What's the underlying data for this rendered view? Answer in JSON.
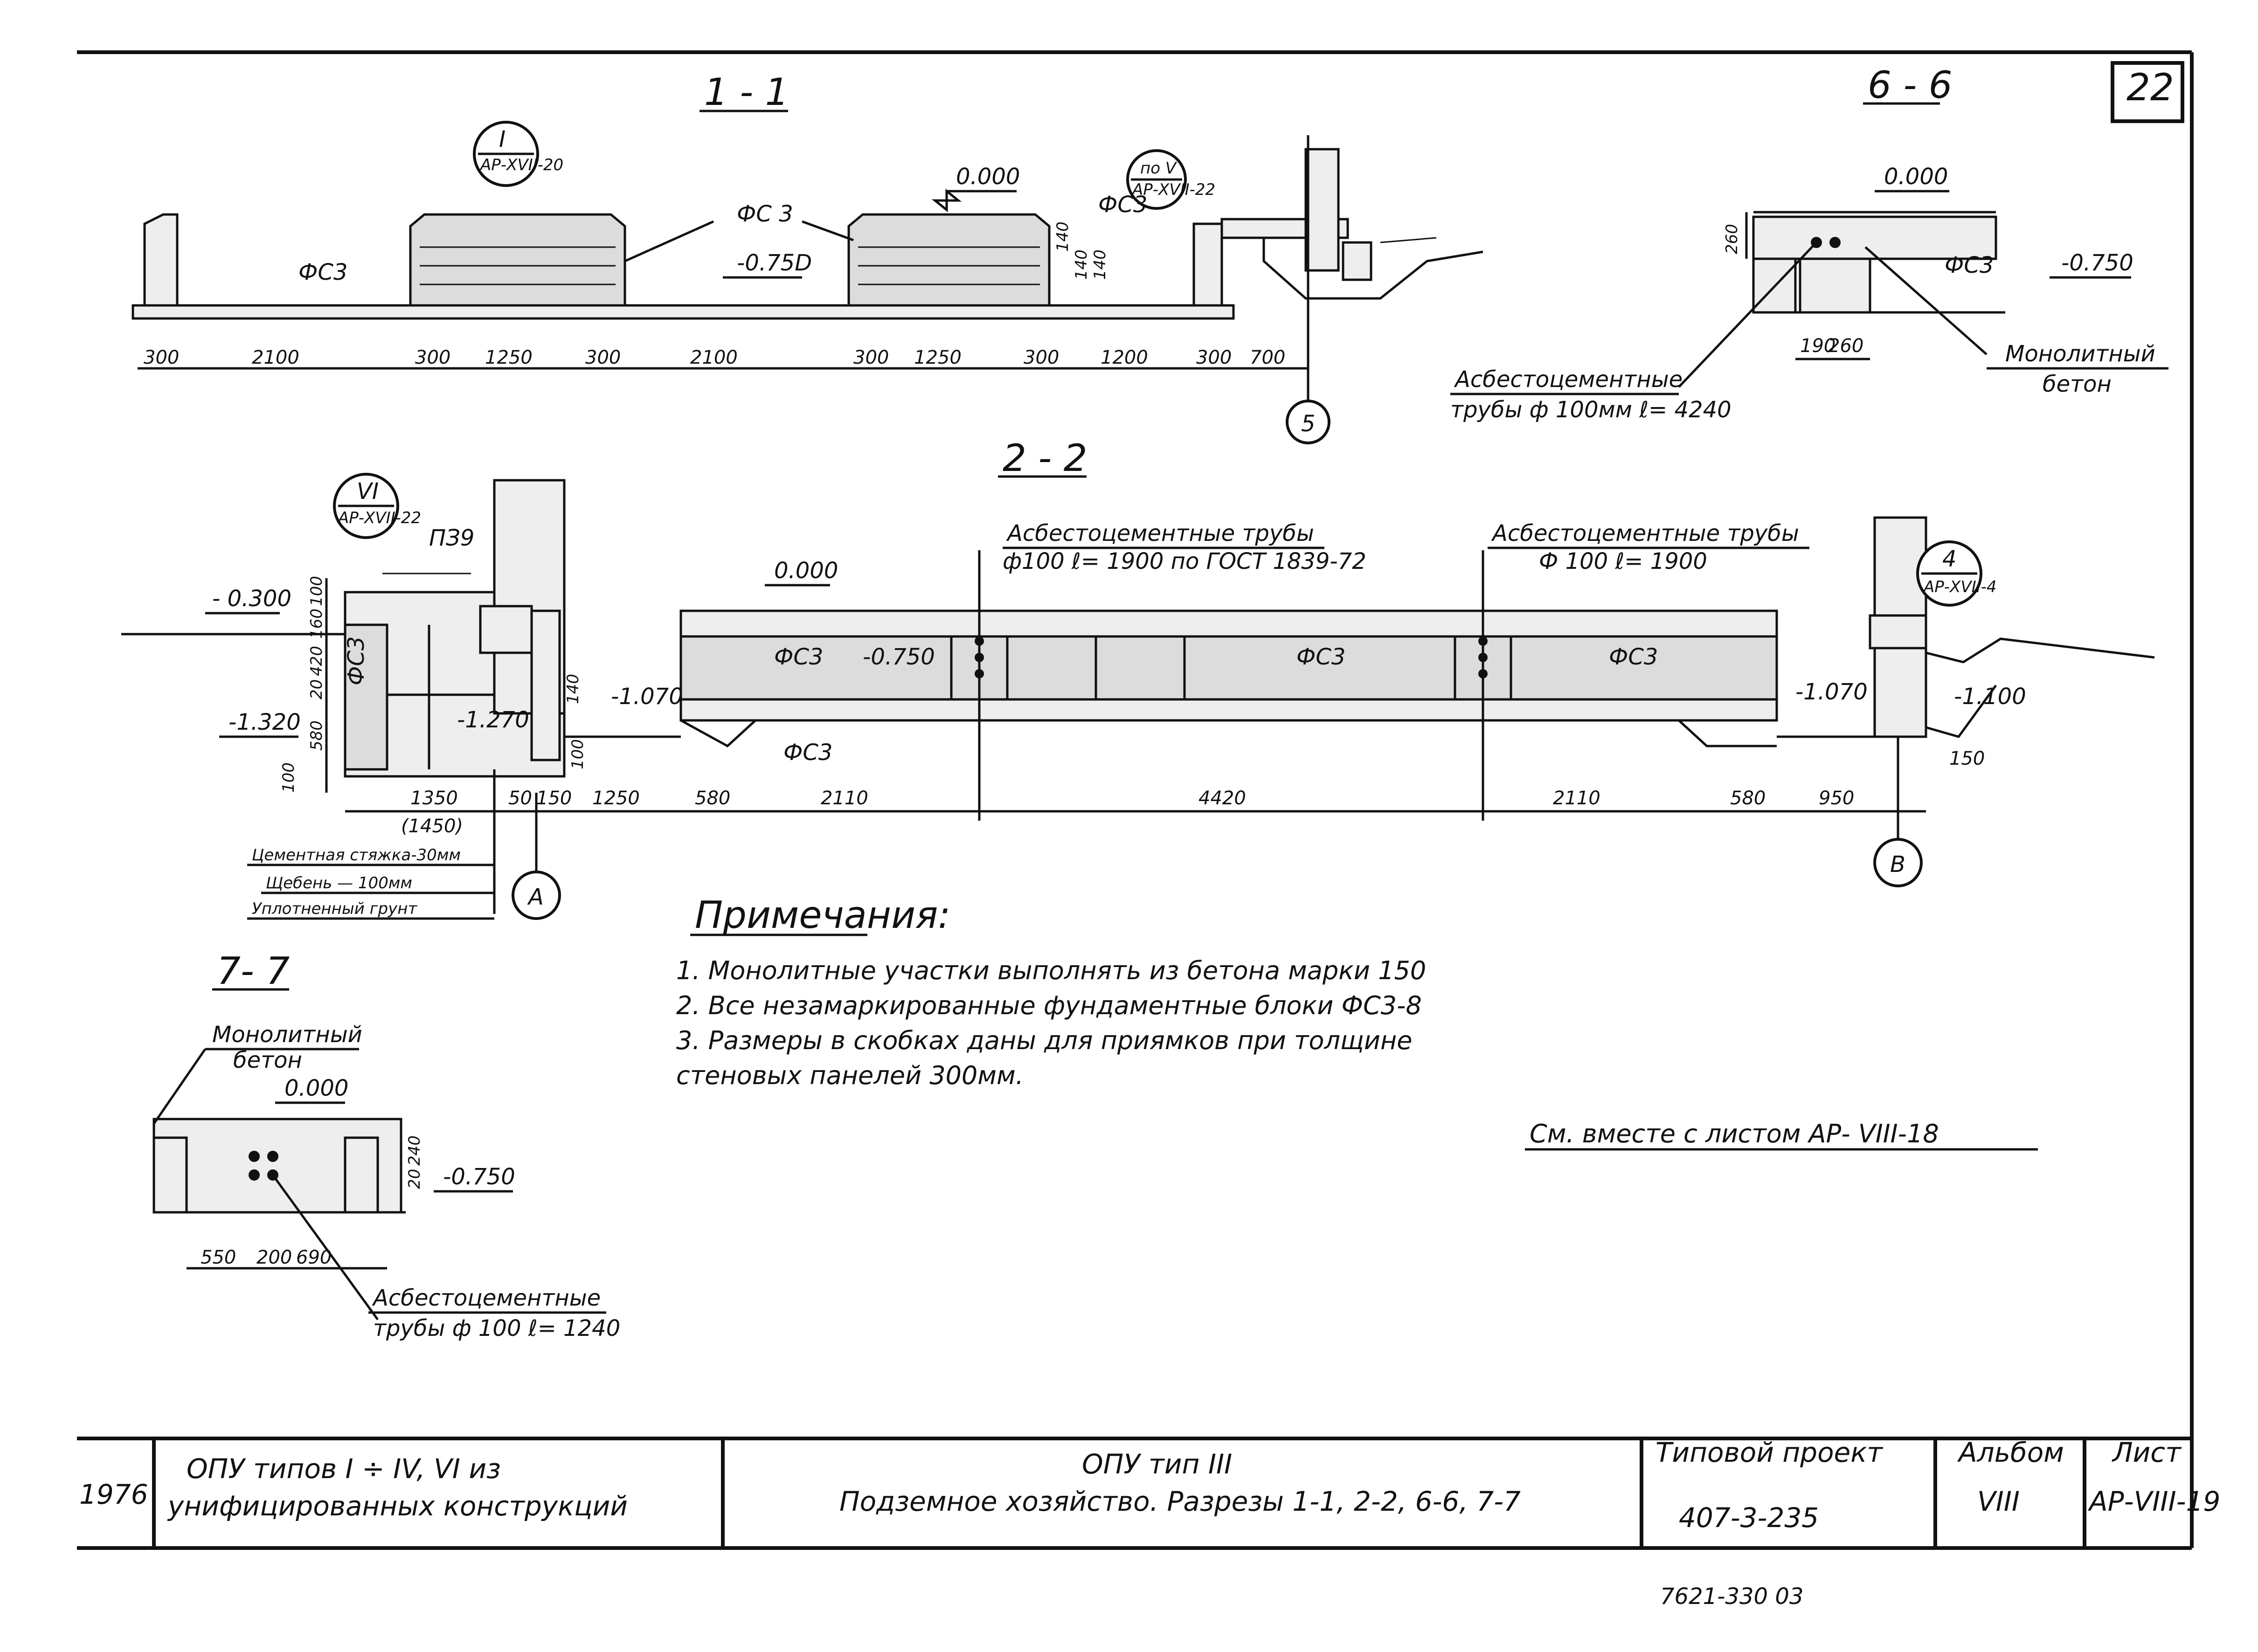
{
  "sheet_number": "22",
  "sections": {
    "s11": {
      "title": "1 - 1",
      "ref_I_top": "I",
      "ref_I_bottom": "АР-XVII-20",
      "ref_poV_top": "по V",
      "ref_poV_bottom": "АР-XVII-22",
      "level_0": "0.000",
      "level_075": "-0.75D",
      "fs3_a": "ФС3",
      "fs3_b": "ФС 3",
      "fs3_c": "ФС3",
      "d300a": "300",
      "d2100a": "2100",
      "d300b": "300",
      "d1250a": "1250",
      "d300c": "300",
      "d2100b": "2100",
      "d300d": "300",
      "d1250b": "1250",
      "d300e": "300",
      "d1200": "1200",
      "d300f": "300",
      "d700": "700",
      "d140a": "140",
      "d140b": "140",
      "d140c": "140",
      "axis_5": "5"
    },
    "s66": {
      "title": "6 - 6",
      "level_0": "0.000",
      "level_075": "-0.750",
      "fs3": "ФС3",
      "d260v": "260",
      "d190": "190",
      "d260h": "260",
      "pipe_label_1": "Асбестоцементные",
      "pipe_label_2": "трубы ф 100мм ℓ= 4240",
      "mono_1": "Монолитный",
      "mono_2": "бетон"
    },
    "s22": {
      "title": "2 - 2",
      "ref_VI_top": "VI",
      "ref_VI_bottom": "АР-XVII-22",
      "ref_4_top": "4",
      "ref_4_bottom": "АР-XVII-4",
      "pz9": "ПЗ9",
      "lvl_0300": "- 0.300",
      "lvl_1320": "-1.320",
      "lvl_1270": "-1.270",
      "lvl_1070a": "-1.070",
      "lvl_0": "0.000",
      "lvl_0750": "-0.750",
      "lvl_1070b": "-1.070",
      "lvl_1100": "-1.100",
      "fs3_v": "ФС3",
      "fs3_1": "ФС3",
      "fs3_2": "ФС3",
      "fs3_3": "ФС3",
      "fs3_bot": "ФС3",
      "pipes_left_1": "Асбестоцементные трубы",
      "pipes_left_2": "ф100 ℓ= 1900 по ГОСТ 1839-72",
      "pipes_right_1": "Асбестоцементные трубы",
      "pipes_right_2": "Ф 100  ℓ= 1900",
      "v100": "100",
      "v160": "160",
      "v420": "420",
      "v20": "20",
      "v580": "580",
      "v100b": "100",
      "v100c": "100",
      "v140": "140",
      "d1350": "1350",
      "d1450": "(1450)",
      "d50": "50",
      "d150a": "150",
      "d1250": "1250",
      "d580a": "580",
      "d2110a": "2110",
      "d4420": "4420",
      "d2110b": "2110",
      "d580b": "580",
      "d950": "950",
      "d150b": "150",
      "axis_A": "А",
      "axis_B": "В",
      "layer_1": "Цементная стяжка-30мм",
      "layer_2": "Щебень  —  100мм",
      "layer_3": "Уплотненный  грунт"
    },
    "s77": {
      "title": "7- 7",
      "mono_1": "Монолитный",
      "mono_2": "бетон",
      "level_0": "0.000",
      "level_075": "-0.750",
      "v240": "240",
      "v20": "20",
      "d550": "550",
      "d200": "200",
      "d690": "690",
      "pipe_1": "Асбестоцементные",
      "pipe_2": "трубы ф 100 ℓ= 1240"
    }
  },
  "notes": {
    "heading": "Примечания:",
    "items": [
      "1.  Монолитные участки выполнять из бетона марки 150",
      "2.  Все незамаркированные фундаментные блоки  ФС3-8",
      "3.  Размеры  в скобках даны для приямков при толщине",
      "     стеновых панелей 300мм."
    ],
    "see_also": "См. вместе с  листом АР- VIII-18"
  },
  "title_block": {
    "year": "1976",
    "left_1": "ОПУ типов I ÷ IV, VI из",
    "left_2": "унифицированных конструкций",
    "center_1": "ОПУ тип III",
    "center_2": "Подземное хозяйство.   Разрезы   1-1, 2-2, 6-6, 7-7",
    "project_label": "Типовой проект",
    "project_number": "407-3-235",
    "album_label": "Альбом",
    "album_value": "VIII",
    "sheet_label": "Лист",
    "sheet_value": "АР-VIII-19"
  },
  "stamp": "7621-330 03"
}
